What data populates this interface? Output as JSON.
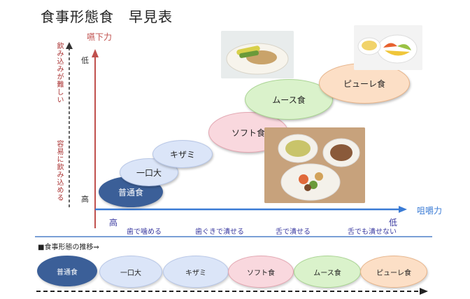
{
  "title": "食事形態食　早見表",
  "swallow": {
    "label": "嚥下力",
    "low": "低",
    "high": "高"
  },
  "chew": {
    "label": "咀嚼力",
    "high": "高",
    "low": "低"
  },
  "left_vertical": {
    "top": "飲み込みが難しい",
    "bottom": "容易に飲み込める"
  },
  "levels": [
    "普通食",
    "一口大",
    "キザミ",
    "ソフト食",
    "ムース食",
    "ピューレ食"
  ],
  "x_labels": [
    "歯で噛める",
    "歯ぐきで潰せる",
    "舌で潰せる",
    "舌でも潰せない"
  ],
  "transition_title": "■食事形態の推移⇒",
  "colors": {
    "futsu": "#3b5f98",
    "hitokuchi": "#d9e3f7",
    "kizami": "#d9e3f7",
    "soft": "#f8d6dc",
    "mousse": "#d8f0c8",
    "puree": "#fbdcc2",
    "axis_blue": "#3a7bd5",
    "axis_red": "#c0504d"
  }
}
